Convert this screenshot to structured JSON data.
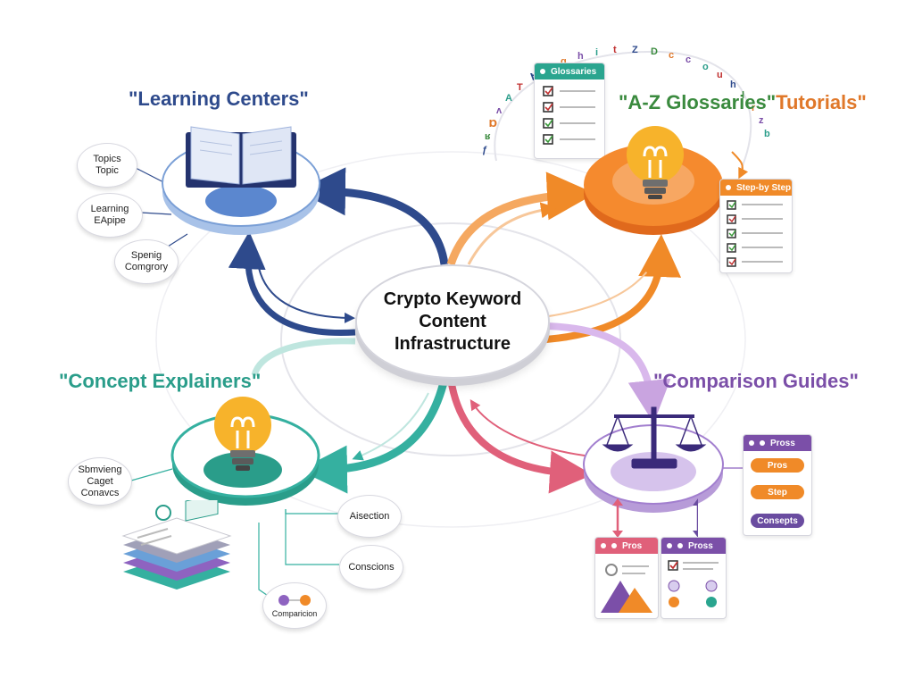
{
  "hub": {
    "line1": "Crypto Keyword",
    "line2": "Content",
    "line3": "Infrastructure"
  },
  "nodes": {
    "learning_centers": {
      "title": "\"Learning Centers\"",
      "color": "#2e4a8c",
      "satellites": [
        {
          "line1": "Topics",
          "line2": "Topic"
        },
        {
          "line1": "Learning",
          "line2": "EApipe"
        },
        {
          "line1": "Spenig",
          "line2": "Comgrory"
        }
      ]
    },
    "glossaries": {
      "title_a": "\"A-Z Glossaries\"",
      "title_b": "Tutorials\"",
      "color_a": "#3a8a3e",
      "color_b": "#e0782a",
      "card_title": "Glossaries",
      "step_card_title": "Step-by Step",
      "letters": [
        "ƒ",
        "ʁ",
        "Ɒ",
        "ʌ",
        "A",
        "T",
        "Ɐ",
        "o",
        "g",
        "h",
        "i",
        "t",
        "Z",
        "D",
        "c",
        "c",
        "o",
        "u",
        "h",
        "l",
        "r",
        "z",
        "b"
      ]
    },
    "concept_explainers": {
      "title": "\"Concept Explainers\"",
      "color": "#2a9d8a",
      "satellites": [
        {
          "line1": "Sbmvieng",
          "line2": "Caget",
          "line3": "Conavcs"
        },
        {
          "line1": "Aisection"
        },
        {
          "line1": "Conscions"
        },
        {
          "line1": "Comparicion"
        }
      ]
    },
    "comparison_guides": {
      "title": "\"Comparison Guides\"",
      "color": "#7b4fa8",
      "side_card_title": "Pross",
      "pills": [
        "Pros",
        "Step",
        "Consepts"
      ],
      "card_a_title": "Pros",
      "card_b_title": "Pross"
    }
  },
  "colors": {
    "navy": "#2e4a8c",
    "orange": "#f08a28",
    "teal": "#35b0a0",
    "purple": "#8e63c0",
    "pink": "#e0607a",
    "yellow": "#f7b32b"
  },
  "icons": [
    "open-book-icon",
    "lightbulb-icon",
    "balance-scale-icon",
    "checklist-icon",
    "mountain-image-icon"
  ]
}
